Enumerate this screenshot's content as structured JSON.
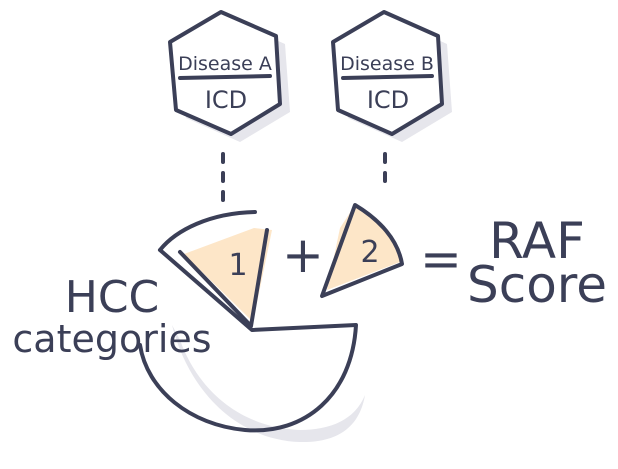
{
  "hexagons": [
    {
      "top": "Disease A",
      "bottom": "ICD"
    },
    {
      "top": "Disease B",
      "bottom": "ICD"
    }
  ],
  "pie_label_1": "1",
  "pie_label_2": "2",
  "plus": "+",
  "equals": "=",
  "result_line1": "RAF",
  "result_line2": "Score",
  "hcc_line1": "HCC",
  "hcc_line2": "categories",
  "colors": {
    "ink": "#3b3f57",
    "accent": "#fde6c8",
    "shadow": "#e6e6ec"
  }
}
